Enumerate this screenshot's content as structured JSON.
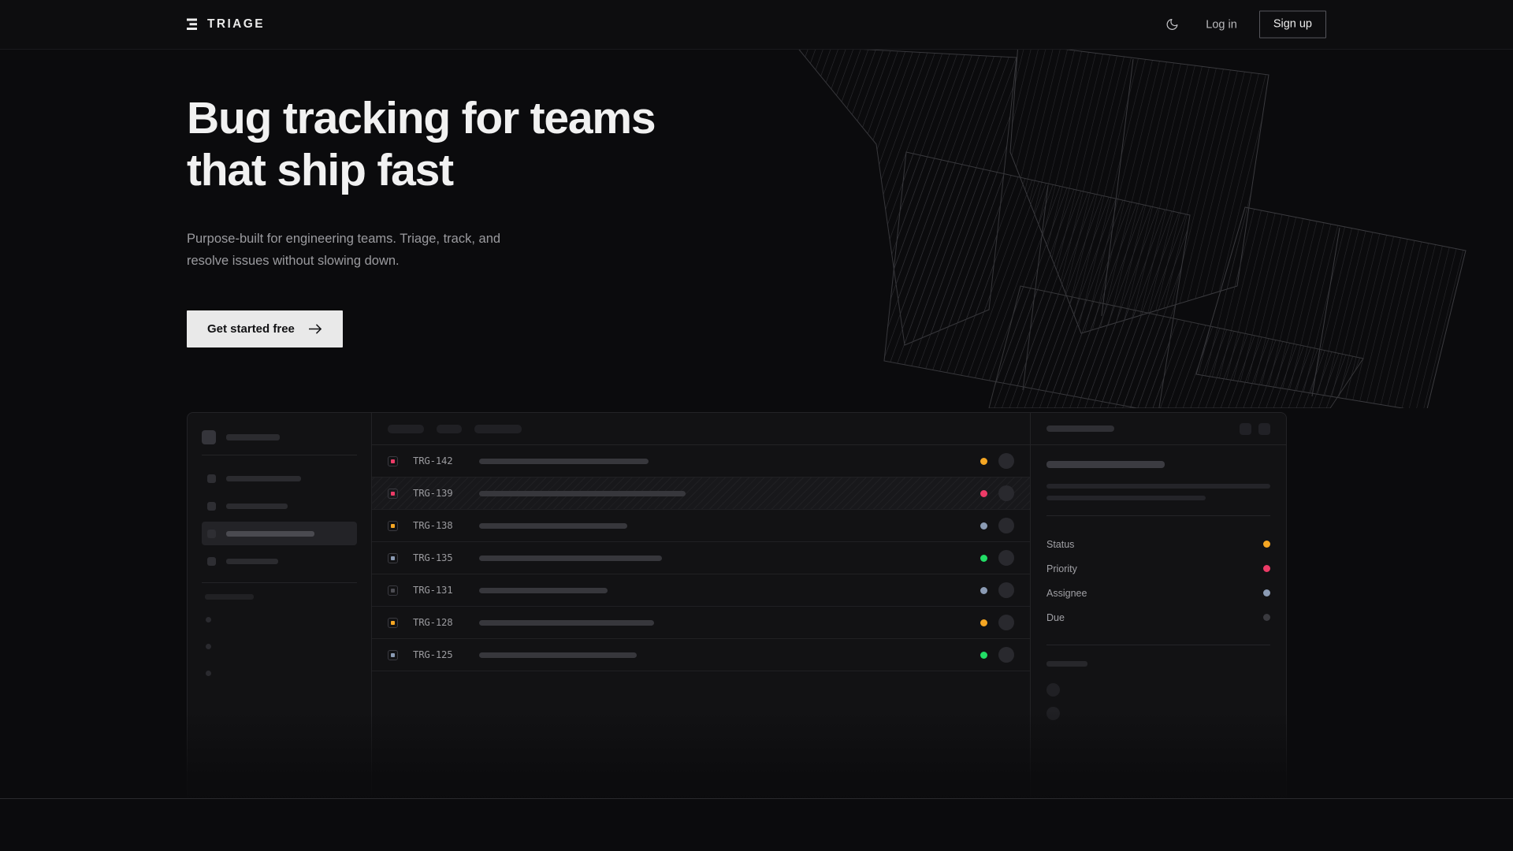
{
  "brand": {
    "name": "TRIAGE",
    "logo_icon": "stacked-bars-icon"
  },
  "nav": {
    "theme_toggle_icon": "moon-icon",
    "login_label": "Log in",
    "signup_label": "Sign up"
  },
  "hero": {
    "heading": "Bug tracking for teams\nthat ship fast",
    "subheading": "Purpose-built for engineering teams. Triage, track, and\nresolve issues without slowing down.",
    "cta_label": "Get started free",
    "cta_icon": "arrow-right-icon"
  },
  "colors": {
    "page_bg": "#0b0b0d",
    "nav_bg": "#0d0d0f",
    "panel_bg": "#121214",
    "border": "#232326",
    "accent_amber": "#f5a623",
    "accent_pink": "#ec3b67",
    "accent_green": "#22dd66",
    "accent_slate": "#8b9bb4",
    "accent_gray": "#4d4d53",
    "cta_bg": "#e9e9e9",
    "text_primary": "#f1f1f1",
    "text_muted": "#9b9b9f"
  },
  "app": {
    "sidebar": {
      "workspace_skeleton_width": 68,
      "nav_items": [
        {
          "name": "nav-item-1",
          "width": 95,
          "active": false
        },
        {
          "name": "nav-item-2",
          "width": 78,
          "active": false
        },
        {
          "name": "nav-item-3",
          "width": 112,
          "active": true
        },
        {
          "name": "nav-item-4",
          "width": 66,
          "active": false
        }
      ],
      "section_label_width": 62,
      "sub_items": 3
    },
    "list": {
      "filter_chips": [
        46,
        32,
        60
      ],
      "rows": [
        {
          "id": "TRG-142",
          "priority_color": "#ec3b67",
          "title_width": 215,
          "status_color": "#f5a623",
          "selected": false
        },
        {
          "id": "TRG-139",
          "priority_color": "#ec3b67",
          "title_width": 262,
          "status_color": "#ec3b67",
          "selected": true
        },
        {
          "id": "TRG-138",
          "priority_color": "#f5a623",
          "title_width": 188,
          "status_color": "#8b9bb4",
          "selected": false
        },
        {
          "id": "TRG-135",
          "priority_color": "#8b9bb4",
          "title_width": 232,
          "status_color": "#22dd66",
          "selected": false
        },
        {
          "id": "TRG-131",
          "priority_color": "#4d4d53",
          "title_width": 163,
          "status_color": "#8b9bb4",
          "selected": false
        },
        {
          "id": "TRG-128",
          "priority_color": "#f5a623",
          "title_width": 222,
          "status_color": "#f5a623",
          "selected": false
        },
        {
          "id": "TRG-125",
          "priority_color": "#8b9bb4",
          "title_width": 200,
          "status_color": "#22dd66",
          "selected": false
        }
      ]
    },
    "detail": {
      "header_actions": [
        "detail-action-1",
        "detail-action-2"
      ],
      "description_lines": [
        284,
        202
      ],
      "meta": [
        {
          "label": "Status",
          "color": "#f5a623"
        },
        {
          "label": "Priority",
          "color": "#ec3b67"
        },
        {
          "label": "Assignee",
          "color": "#8b9bb4"
        },
        {
          "label": "Due",
          "color": "#3a3a3f"
        }
      ],
      "activity_items": 2
    }
  }
}
